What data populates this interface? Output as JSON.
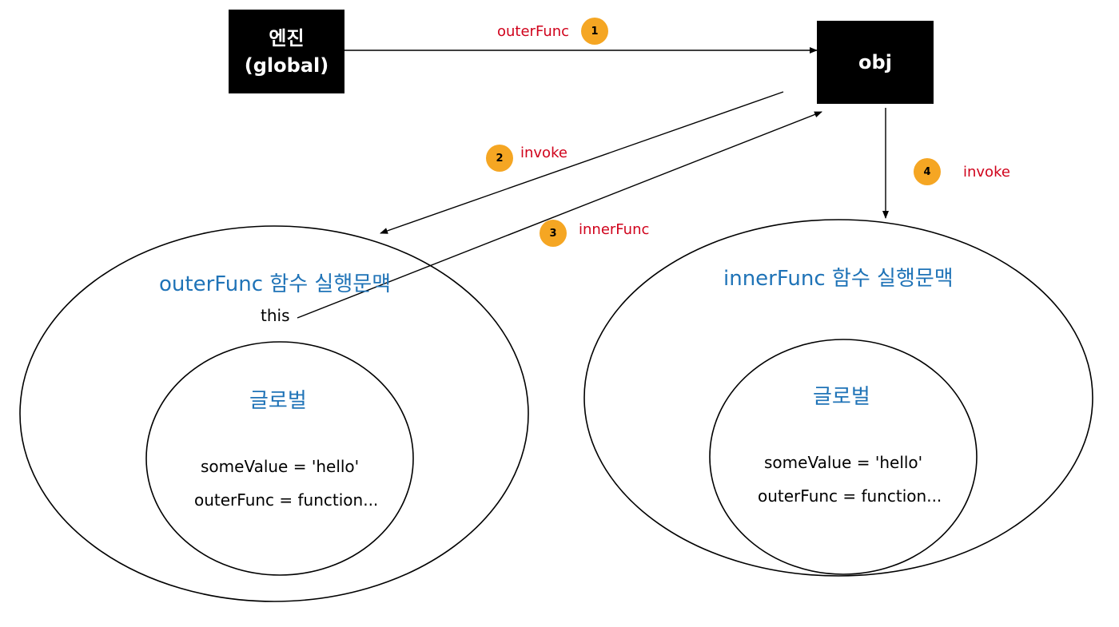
{
  "nodes": {
    "engine": {
      "line1": "엔진",
      "line2": "(global)"
    },
    "obj": {
      "label": "obj"
    }
  },
  "edges": {
    "step1": {
      "number": "1",
      "label": "outerFunc"
    },
    "step2": {
      "number": "2",
      "label": "invoke"
    },
    "step3": {
      "number": "3",
      "label": "innerFunc"
    },
    "step4": {
      "number": "4",
      "label": "invoke"
    }
  },
  "contexts": {
    "outer": {
      "title": "outerFunc 함수 실행문맥",
      "this_label": "this",
      "global": {
        "title": "글로벌",
        "line1": "someValue = 'hello'",
        "line2": "outerFunc = function..."
      }
    },
    "inner": {
      "title": "innerFunc 함수 실행문맥",
      "global": {
        "title": "글로벌",
        "line1": "someValue = 'hello'",
        "line2": "outerFunc = function..."
      }
    }
  },
  "colors": {
    "edge_label": "#d0021b",
    "context_title": "#1f73b7",
    "step_badge": "#f5a623",
    "node_fill": "#000000"
  }
}
